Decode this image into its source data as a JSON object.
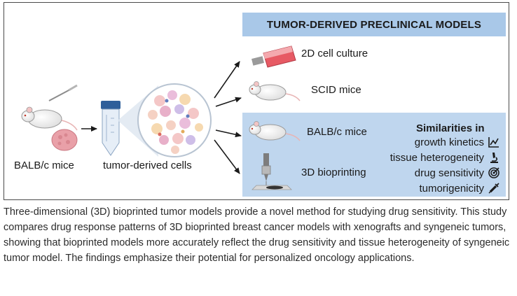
{
  "figure": {
    "header_title": "TUMOR-DERIVED PRECLINICAL MODELS",
    "source_label": "BALB/c mice",
    "cells_label": "tumor-derived cells",
    "models": {
      "cell_culture": "2D cell culture",
      "scid": "SCID mice",
      "balbc": "BALB/c mice",
      "bioprinting": "3D bioprinting"
    },
    "similarities": {
      "title": "Similarities in",
      "items": [
        {
          "label": "growth kinetics",
          "icon": "line-chart-icon"
        },
        {
          "label": "tissue heterogeneity",
          "icon": "microscope-icon"
        },
        {
          "label": "drug sensitivity",
          "icon": "target-icon"
        },
        {
          "label": "tumorigenicity",
          "icon": "syringe-icon"
        }
      ]
    },
    "colors": {
      "header": "#a9c8e8",
      "panel": "#bfd6ee",
      "arrow": "#1a1a1a",
      "tumor": "#e9a0a8"
    }
  },
  "caption": "Three-dimensional (3D) bioprinted tumor models provide a novel method for studying drug sensitivity. This study compares drug response patterns of 3D bioprinted breast cancer models with xenografts and syngeneic tumors, showing that bioprinted models more accurately reflect the drug sensitivity and tissue heterogeneity of syngeneic tumor model. The findings emphasize their potential for personalized oncology applications."
}
